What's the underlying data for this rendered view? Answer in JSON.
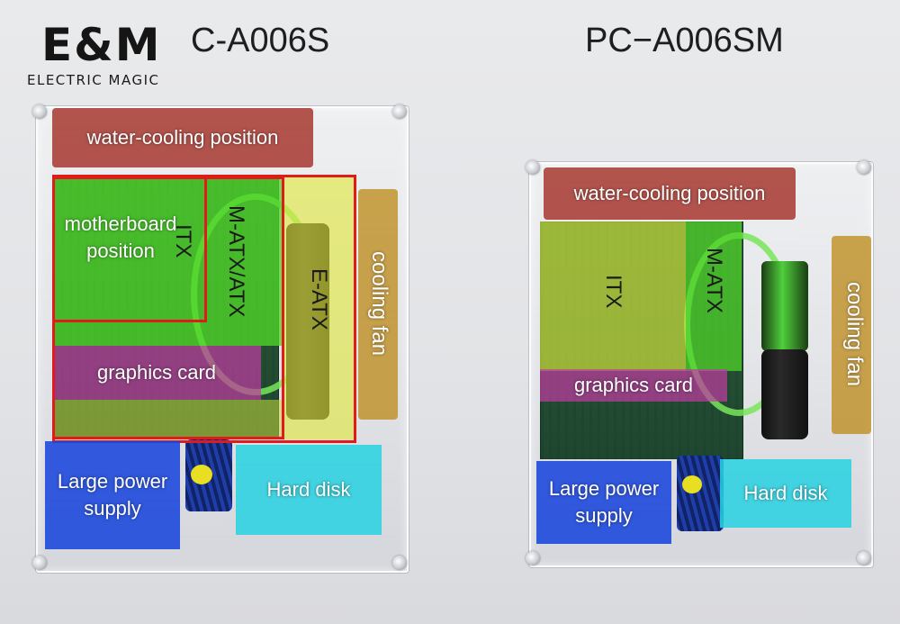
{
  "logo": {
    "mark": "E&M",
    "sub": "ELECTRIC MAGIC"
  },
  "left_case": {
    "model": "C-A006S",
    "water_label": "water-cooling position",
    "mobo_label": "motherboard position",
    "itx_label": "ITX",
    "matx_label": "M-ATX/ATX",
    "eatx_label": "E-ATX",
    "fan_label": "cooling fan",
    "gpu_label": "graphics card",
    "psu_label": "Large power supply",
    "hdd_label": "Hard disk"
  },
  "right_case": {
    "model": "PC−A006SM",
    "water_label": "water-cooling position",
    "itx_label": "ITX",
    "matx_label": "M-ATX",
    "fan_label": "cooling fan",
    "gpu_label": "graphics card",
    "psu_label": "Large power supply",
    "hdd_label": "Hard disk"
  },
  "colors": {
    "water": "#a0281e",
    "motherboard": "#50d728",
    "graphics": "#be3ca0",
    "fan": "#be8c1e",
    "psu": "#1946dc",
    "hdd": "#28d2e1",
    "eatx": "#e1e63c",
    "outline": "#e01b1b"
  }
}
